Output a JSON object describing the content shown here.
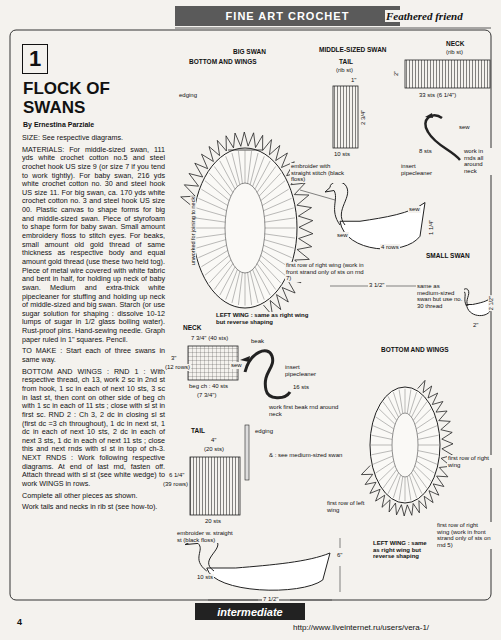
{
  "diagram": {
    "title": "FLOCK OF SWANS",
    "nodes": [
      {
        "text": [
          "FINE ART CROCHET"
        ]
      },
      {
        "text": [
          "1"
        ]
      },
      {
        "text": [
          "intermediate"
        ]
      }
    ],
    "labels": [
      "Feathered friend",
      "By Ernestina Parziale",
      "SIZE: See respective diagrams.",
      "MATERIALS: For middle-sized swan, 111 yds white crochet cotton no.5 and steel crochet hook US size 9 (or size 7 if you tend to work tightly). For baby swan, 216 yds white crochet cotton no. 30 and steel hook US size 11. For big swan, ca. 170 yds white crochet cotton no. 3 and steel hook US size 00. Plastic canvas to shape forms for big and middle-sized swan. Piece of styrofoam to shape form for baby swan. Small amount embroidery floss to stitch eyes. For beaks, small amount old gold thread of same thickness as respective body and equal amount gold thread (use these two held tog). Piece of metal wire covered with white fabric and bent in half, for holding up neck of baby swan. Medium and extra-thick white pipecleaner for stuffing and holding up neck of middle-sized and big swan. Starch (or use sugar solution for shaping : dissolve 10-12 lumps of sugar in 1/2 glass boiling water). Rust-proof pins. Hand-sewing needle. Graph paper ruled in 1\" squares. Pencil.",
      "TO MAKE : Start each of three swans in same way.",
      "BOTTOM AND WINGS : RND 1 : With respective thread, ch 13, work 2 sc in 2nd st from hook, 1 sc in each of next 10 sts, 3 sc in last st, then cont on other side of beg ch with 1 sc in each of 11 sts ; close with sl st in first sc. RND 2 : Ch 3, 2 dc in closing sl st (first dc =3 ch throughout), 1 dc in next st, 1 dc in each of next 10 sts, 2 dc in each of next 3 sts, 1 dc in each of next 11 sts ; close this and next rnds with sl st in top of ch-3. NEXT RNDS : Work following respective diagrams. At end of last rnd, fasten off. Attach thread with sl st (see white wedge) to work WINGS in rows.",
      "Complete all other pieces as shown.",
      "Work tails and necks in rib st (see how-to).",
      "BIG SWAN",
      "BOTTOM AND WINGS",
      "edging",
      "unworked for joining to neck",
      "LEFT WING : same as right wing but reverse shaping",
      "NECK",
      "7 3/4\" (40 sts)",
      "3\"",
      "(12 rows)",
      "beg ch : 40 sts",
      "(7 3/4\")",
      "beak",
      "sew",
      "insert pipecleaner",
      "16 sts",
      "work first beak rnd around neck",
      "edging",
      "TAIL",
      "4\"",
      "(20 sts)",
      "6 1/4\"",
      "(39 rows)",
      "20 sts",
      "& : see medium-sized swan",
      "embroider w. straight st (black floss)",
      "10 sts",
      "6\"",
      "7 1/2\"",
      "MIDDLE-SIZED SWAN",
      "NECK",
      "(rib st)",
      "TAIL",
      "(rib st)",
      "1\"",
      "2 3/4\"",
      "10 sts",
      "33 sts (6 1/4\")",
      "2\"",
      "sew",
      "8 sts",
      "insert pipecleaner",
      "work in rnds all around neck",
      "embroider with straight stitch (black floss)",
      "sew",
      "sew",
      "4 rows",
      "1 1/4\"",
      "3 1/2\"",
      "first row of right wing (work in front strand only of sts on rnd 7)",
      "SMALL SWAN",
      "same as medium-sized swan but use no. 30 thread",
      "2\"",
      "2 1/2\"",
      "BOTTOM AND WINGS",
      "first row of right wing",
      "first row of left wing",
      "LEFT WING : same as right wing but reverse shaping",
      "first row of right wing (work in front strand only of sts on rnd 5)",
      "4",
      "http://www.liveinternet.ru/users/vera-1/"
    ]
  }
}
